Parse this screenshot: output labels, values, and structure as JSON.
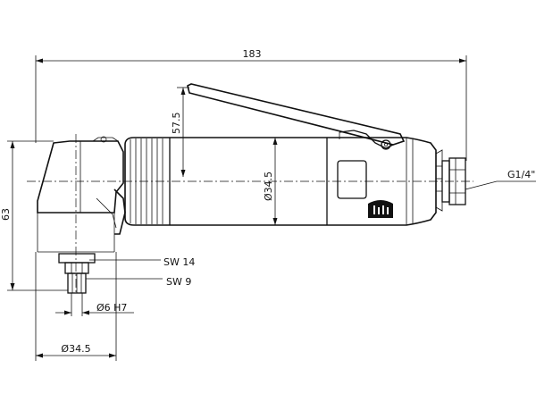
{
  "drawing": {
    "dimensions": {
      "overall_length": "183",
      "lever_height": "57.5",
      "body_diameter": "Ø34.5",
      "head_height": "63",
      "head_diameter": "Ø34.5",
      "spindle_bore": "Ø6 H7",
      "wrench_flat_upper": "SW 14",
      "wrench_flat_lower": "SW 9",
      "air_inlet_thread": "G1/4\""
    },
    "colors": {
      "line": "#111111",
      "background": "#ffffff"
    }
  }
}
